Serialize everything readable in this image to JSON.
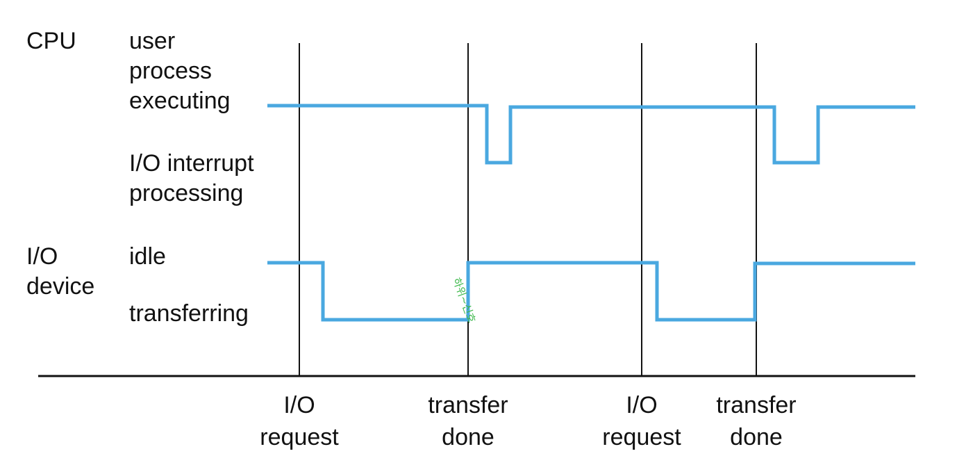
{
  "rows": {
    "cpu": {
      "label": "CPU",
      "states": {
        "high": "user\nprocess\nexecuting",
        "low": "I/O interrupt\nprocessing"
      }
    },
    "io": {
      "label": "I/O\ndevice",
      "states": {
        "high": "idle",
        "low": "transferring"
      }
    }
  },
  "events": [
    {
      "label": "I/O\nrequest"
    },
    {
      "label": "transfer\ndone"
    },
    {
      "label": "I/O\nrequest"
    },
    {
      "label": "transfer\ndone"
    }
  ],
  "handwritten_note": "하위~신호",
  "colors": {
    "signal": "#4aa8e0",
    "note": "#3cb84a",
    "lines": "#111111"
  }
}
